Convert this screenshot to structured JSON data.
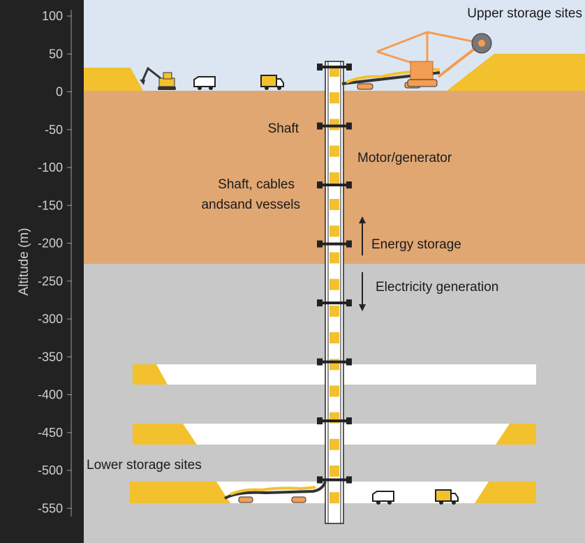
{
  "axis": {
    "label": "Altitude (m)",
    "ticks": [
      "100",
      "50",
      "0",
      "-50",
      "-100",
      "-150",
      "-200",
      "-250",
      "-300",
      "-350",
      "-400",
      "-450",
      "-500",
      "-550"
    ]
  },
  "labels": {
    "upper_storage": "Upper storage sites",
    "shaft": "Shaft",
    "motor_generator": "Motor/generator",
    "shaft_cables_line1": "Shaft, cables",
    "shaft_cables_line2": "andsand vessels",
    "energy_storage": "Energy storage",
    "electricity_generation": "Electricity generation",
    "lower_storage": "Lower storage sites"
  },
  "colors": {
    "sky": "#dce6f2",
    "soil": "#e0a773",
    "rock": "#c8c8c8",
    "sand": "#f3c12e",
    "machine": "#f39d55",
    "axis_bg": "#222222",
    "text": "#1a1a1a",
    "axis_text": "#cfcfcf"
  },
  "icons": [
    "excavator-icon",
    "van-icon",
    "truck-icon",
    "bucket-wheel-excavator-icon",
    "conveyor-icon",
    "vessel-icon",
    "pulley-icon",
    "arrow-up-icon",
    "arrow-down-icon"
  ]
}
